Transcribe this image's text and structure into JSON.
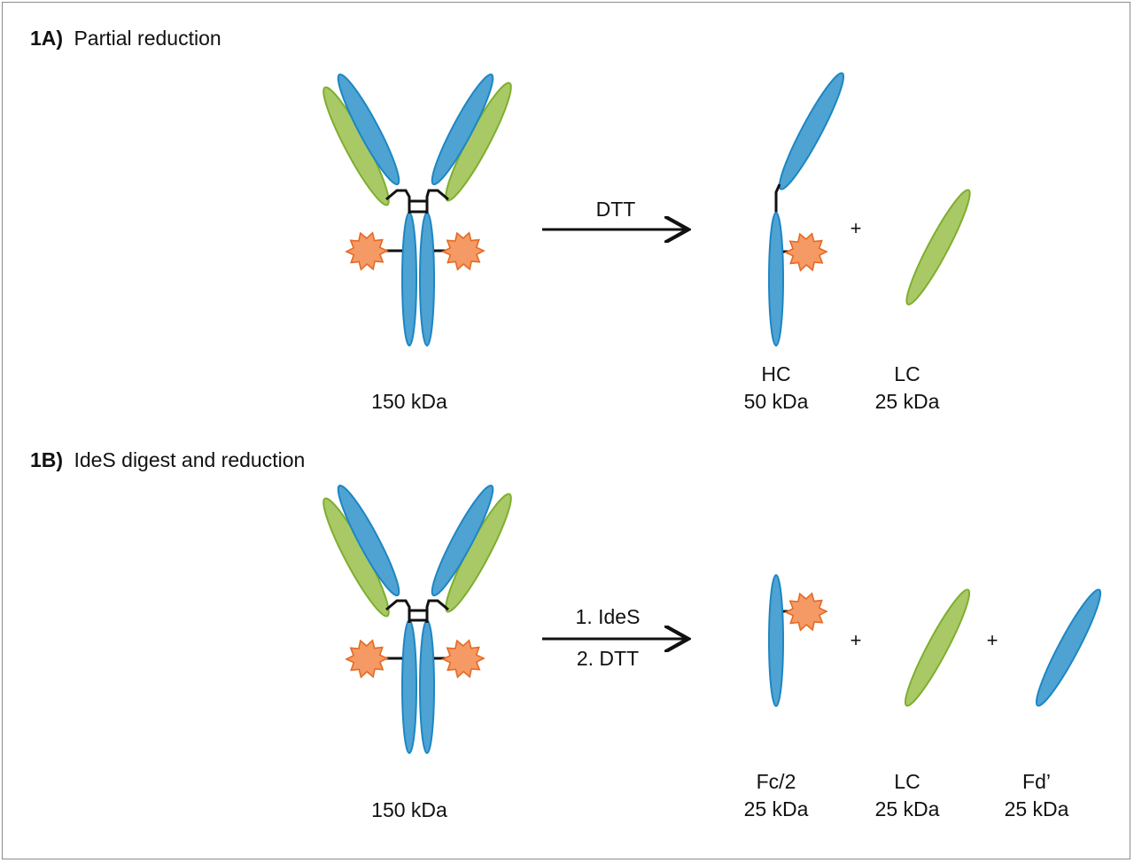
{
  "colors": {
    "heavy_chain": "#4ea3d2",
    "heavy_chain_stroke": "#1d86c4",
    "light_chain": "#a9c967",
    "light_chain_stroke": "#7fae2e",
    "payload": "#f59a64",
    "payload_stroke": "#e46a26",
    "bond": "#111111"
  },
  "icons": {
    "payload": "starburst",
    "arrow": "right-arrow"
  },
  "panel_a": {
    "id": "1A)",
    "title": "Partial reduction",
    "reagent": "DTT",
    "antibody_mass": "150 kDa",
    "plus": "+",
    "products": [
      {
        "name": "HC",
        "mass": "50 kDa"
      },
      {
        "name": "LC",
        "mass": "25 kDa"
      }
    ]
  },
  "panel_b": {
    "id": "1B)",
    "title": "IdeS digest and reduction",
    "reagent_step1": "1. IdeS",
    "reagent_step2": "2. DTT",
    "antibody_mass": "150 kDa",
    "plus": "+",
    "products": [
      {
        "name": "Fc/2",
        "mass": "25 kDa"
      },
      {
        "name": "LC",
        "mass": "25 kDa"
      },
      {
        "name": "Fd’",
        "mass": "25 kDa"
      }
    ]
  }
}
